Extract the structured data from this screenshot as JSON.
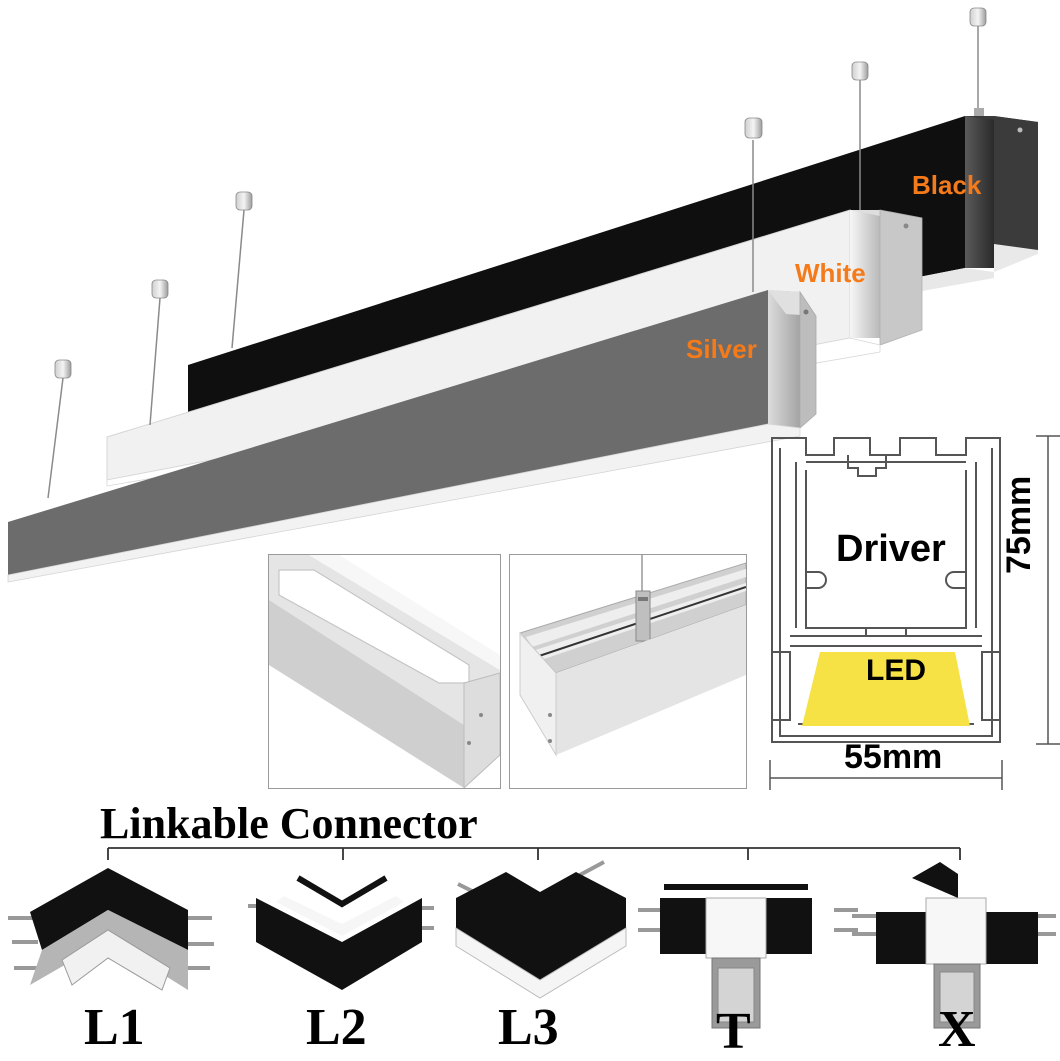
{
  "colors": {
    "accent_label": "#f47a1a",
    "black_profile": "#111111",
    "white_profile": "#f3f3f3",
    "silver_profile": "#6d6d6d",
    "led_yellow": "#f5e24a"
  },
  "finish_labels": {
    "black": "Black",
    "white": "White",
    "silver": "Silver"
  },
  "cross_section": {
    "driver_label": "Driver",
    "led_label": "LED",
    "width_label": "55mm",
    "height_label": "75mm"
  },
  "connectors": {
    "title": "Linkable Connector",
    "items": [
      {
        "label": "L1"
      },
      {
        "label": "L2"
      },
      {
        "label": "L3"
      },
      {
        "label": "T"
      },
      {
        "label": "X"
      }
    ]
  }
}
